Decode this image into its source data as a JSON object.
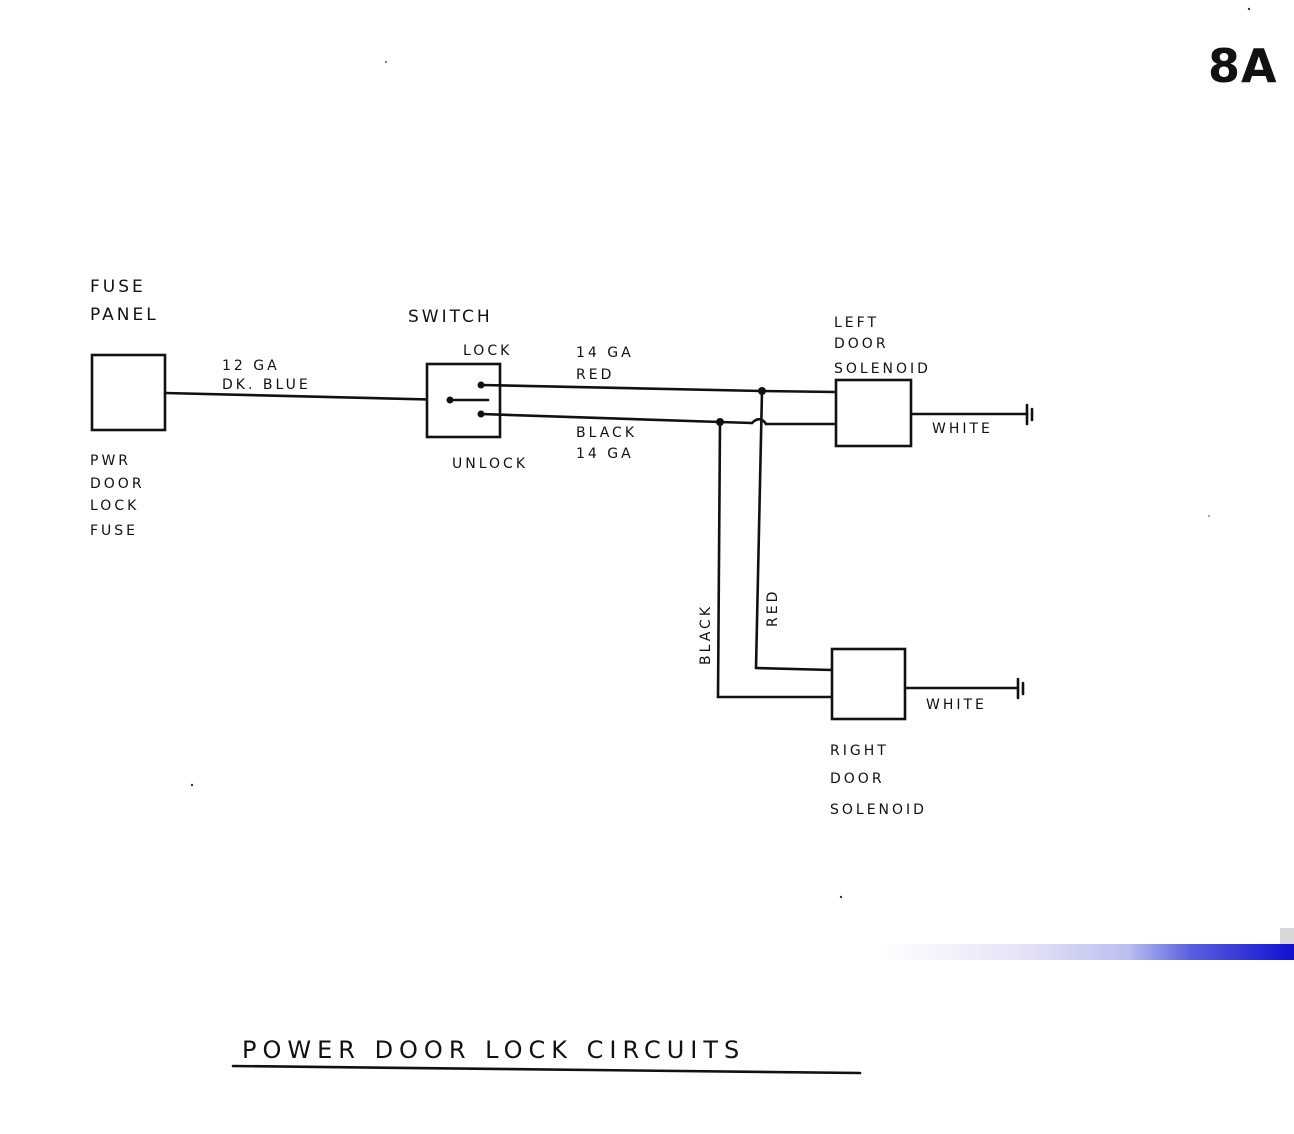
{
  "page_number": "8A",
  "title": "POWER DOOR LOCK CIRCUITS",
  "fuse_panel": {
    "label_line1": "FUSE",
    "label_line2": "PANEL",
    "fuse_line1": "PWR",
    "fuse_line2": "DOOR",
    "fuse_line3": "LOCK",
    "fuse_line4": "FUSE"
  },
  "feed_wire": {
    "gauge": "12 GA",
    "color": "DK. BLUE"
  },
  "switch": {
    "label": "SWITCH",
    "lock": "LOCK",
    "unlock": "UNLOCK"
  },
  "lock_wire": {
    "gauge": "14 GA",
    "color": "RED"
  },
  "unlock_wire": {
    "color": "BLACK",
    "gauge": "14 GA"
  },
  "left_solenoid": {
    "line1": "LEFT",
    "line2": "DOOR",
    "line3": "SOLENOID",
    "ground_wire": "WHITE"
  },
  "right_solenoid": {
    "line1": "RIGHT",
    "line2": "DOOR",
    "line3": "SOLENOID",
    "ground_wire": "WHITE"
  },
  "branch_black": "BLACK",
  "branch_red": "RED",
  "colors": {
    "ink": "#111111",
    "paper": "#ffffff",
    "scan_bar": "#1a1ad0"
  }
}
